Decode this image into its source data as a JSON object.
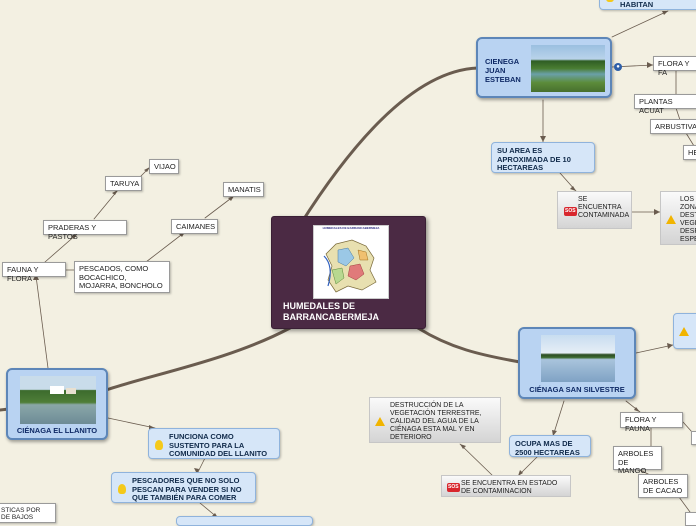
{
  "central": {
    "title": "HUMEDALES DE BARRANCABERMEJA",
    "map_caption": "HUMEDALES DE BARRANCABERMEJA"
  },
  "cienaga_llanito": {
    "title": "CIÉNAGA EL LLANITO",
    "fauna_flora": "FAUNA Y FLORA",
    "praderas": "PRADERAS Y PASTOS",
    "taruya": "TARUYA",
    "vijao": "VIJAO",
    "pescados": "PESCADOS, COMO BOCACHICO, MOJARRA, BONCHOLO",
    "caimanes": "CAIMANES",
    "manatis": "MANATIS",
    "comunidad": "FUNCIONA COMO SUSTENTO PARA LA COMUNIDAD DEL LLANITO",
    "pescadores": "PESCADORES QUE NO SOLO PESCAN PARA VENDER SI NO QUE TAMBIÉN PARA COMER",
    "bajos": "STICAS POR DE BAJOS"
  },
  "cienaga_juan_esteban": {
    "title": "CIENEGA JUAN ESTEBAN",
    "habitan": "HABITAN",
    "flora_fauna": "FLORA Y FA",
    "plantas": "PLANTAS ACUAT",
    "arbustivas": "ARBUSTIVAS",
    "he": "HE",
    "area": "SU AREA ES APROXIMADA DE 10 HECTAREAS",
    "contaminada": "SE ENCUENTRA CONTAMINADA",
    "zonas": "LOS ZONA DEST VEGE DESP ESPE"
  },
  "cienaga_san_silvestre": {
    "title": "CIÉNAGA SAN SILVESTRE",
    "destruccion": "DESTRUCCIÓN DE LA VEGETACIÓN TERRESTRE, CALIDAD DEL AGUA DE LA CIÉNAGA ESTA MAL Y EN DETERIORO",
    "ocupa": "OCUPA MAS DE 2500 HECTAREAS",
    "contaminacion": "SE ENCUENTRA EN ESTADO DE CONTAMINACION",
    "flora_fauna": "FLORA Y FAUNA",
    "mango": "ARBOLES DE MANGO",
    "cacao": "ARBOLES DE CACAO"
  },
  "icons": {
    "bulb": "lightbulb-icon",
    "warning": "warning-icon",
    "sos": "sos-icon",
    "globe": "globe-icon"
  },
  "colors": {
    "background": "#f3f0e2",
    "central": "#4b2a44",
    "main_topic": "#b9d3f2",
    "connector": "#6b5a4a"
  }
}
